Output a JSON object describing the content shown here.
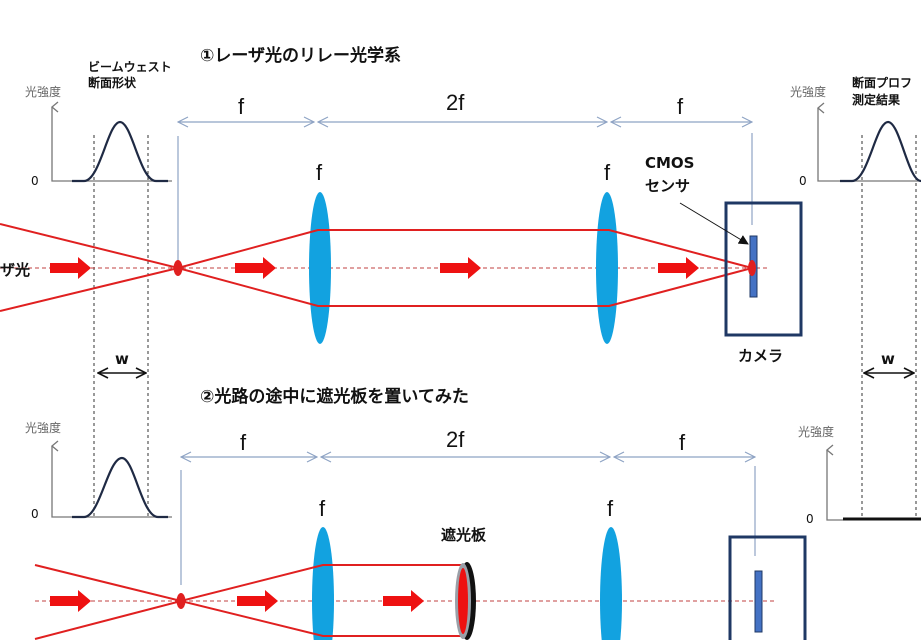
{
  "colors": {
    "beam": "#e02020",
    "lens": "#12a2e0",
    "camera": "#1f3864",
    "sensor": "#4472c4"
  },
  "section1": {
    "title": "①レーザ光のリレー光学系",
    "left_graph": {
      "caption_line1": "ビームウェスト",
      "caption_line2": "断面形状",
      "ylabel": "光強度",
      "zero": "0"
    },
    "right_graph": {
      "caption_line1": "断面プロフ",
      "caption_line2": "測定結果",
      "ylabel": "光強度",
      "zero": "0"
    },
    "dimensions": [
      "f",
      "2f",
      "f"
    ],
    "lens_labels": [
      "f",
      "f"
    ],
    "laser_label": "ザ光",
    "sensor_label_line1": "CMOS",
    "sensor_label_line2": "センサ",
    "camera_label": "カメラ",
    "width_label_left": "w",
    "width_label_right": "w"
  },
  "section2": {
    "title": "②光路の途中に遮光板を置いてみた",
    "left_graph": {
      "ylabel": "光強度",
      "zero": "0"
    },
    "right_graph": {
      "ylabel": "光強度",
      "zero": "0"
    },
    "dimensions": [
      "f",
      "2f",
      "f"
    ],
    "lens_labels": [
      "f",
      "f"
    ],
    "shield_label": "遮光板"
  }
}
